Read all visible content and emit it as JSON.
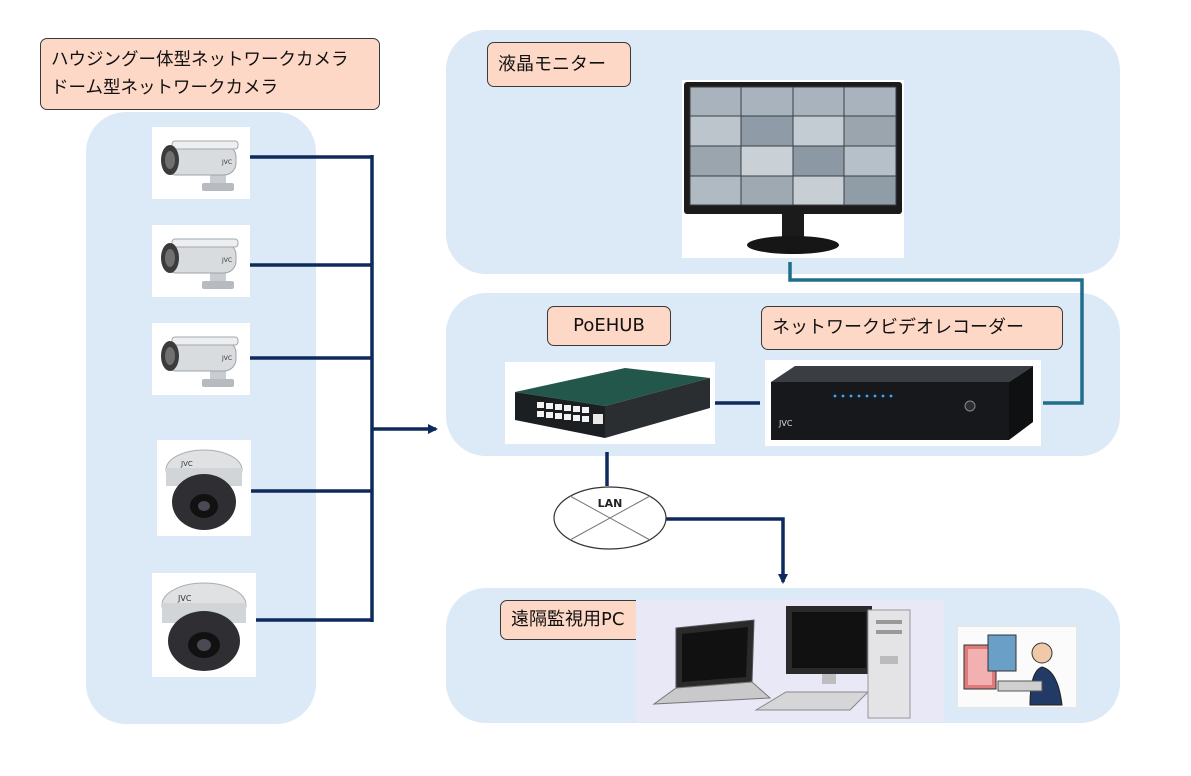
{
  "labels": {
    "cameras_line1": "ハウジングー体型ネットワークカメラ",
    "cameras_line2": "ドーム型ネットワークカメラ",
    "monitor": "液晶モニター",
    "poehub": "PoEHUB",
    "recorder": "ネットワークビデオレコーダー",
    "remote_pc": "遠隔監視用PC",
    "lan": "LAN"
  },
  "brand": {
    "camera": "JVC",
    "recorder": "JVC"
  },
  "colors": {
    "panel": "#dce9f6",
    "label_fill": "#fdd8c6",
    "link_navy": "#0e2a5c",
    "link_teal": "#1f6e8c"
  },
  "icons": [
    "bullet-camera-icon",
    "dome-camera-icon",
    "lcd-monitor-icon",
    "poe-switch-icon",
    "video-recorder-icon",
    "laptop-icon",
    "desktop-pc-icon",
    "operator-icon"
  ]
}
